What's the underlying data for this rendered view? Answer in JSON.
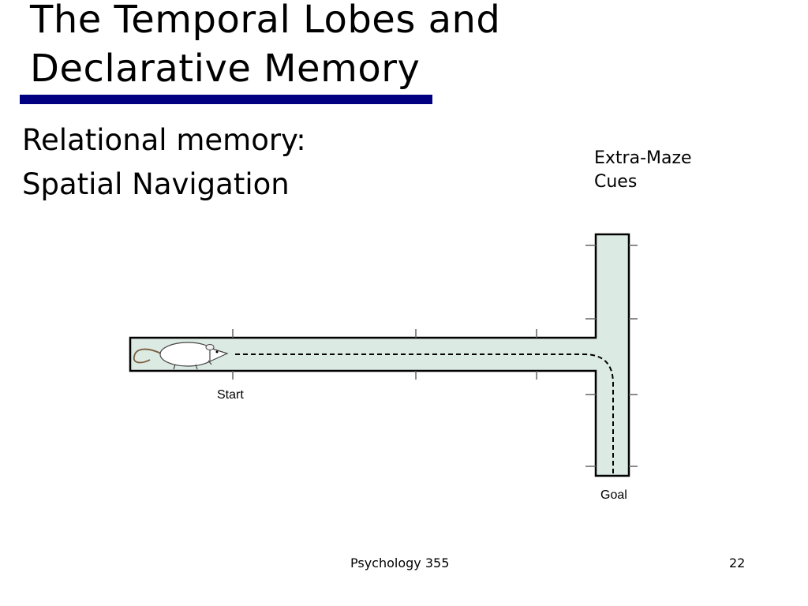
{
  "slide": {
    "title_line1": "The Temporal Lobes and",
    "title_line2": "Declarative Memory",
    "bullet1": "Relational memory:",
    "bullet2": "Spatial Navigation",
    "cues_line1": "Extra-Maze",
    "cues_line2": "Cues"
  },
  "figure": {
    "start_label": "Start",
    "goal_label": "Goal",
    "maze_fill": "#dceae4",
    "icons": [
      "rat-icon"
    ]
  },
  "footer": {
    "course": "Psychology 355",
    "page_number": "22"
  },
  "colors": {
    "title_rule": "#000080"
  }
}
